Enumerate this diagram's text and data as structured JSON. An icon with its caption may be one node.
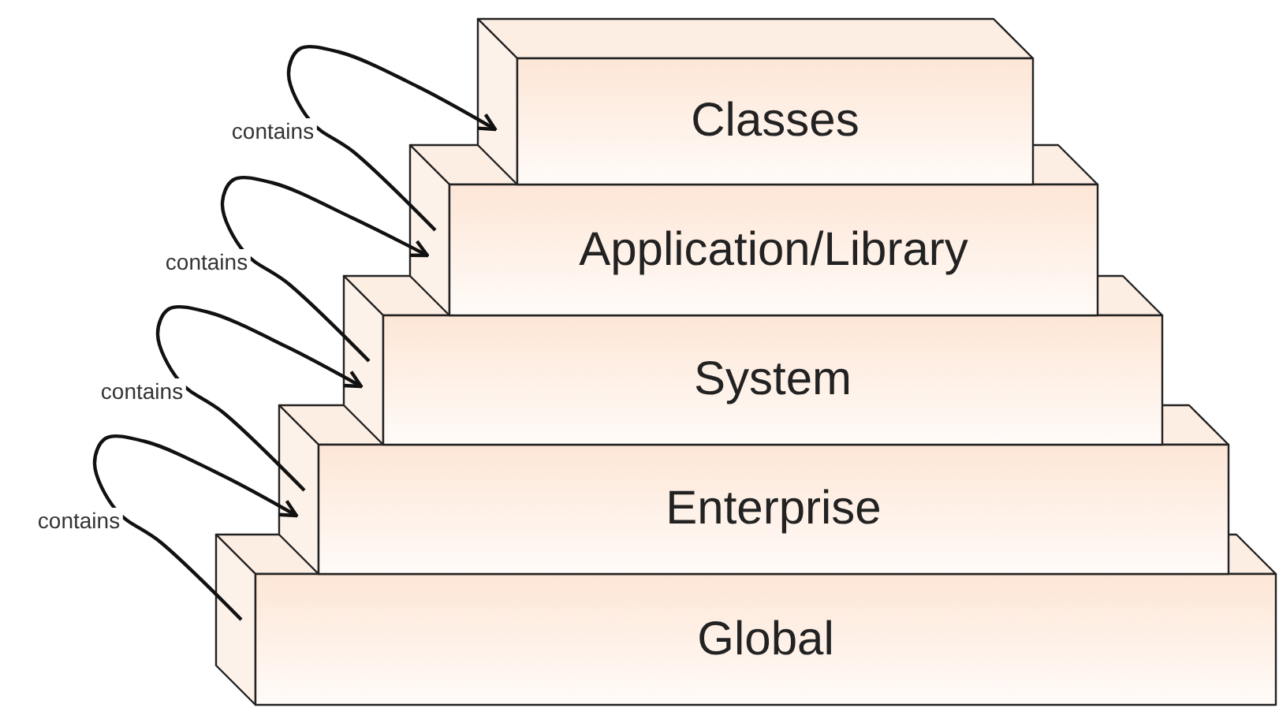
{
  "diagram": {
    "nodes": [
      {
        "text": [
          "Classes"
        ]
      },
      {
        "text": [
          "Application/Library"
        ]
      },
      {
        "text": [
          "System"
        ]
      },
      {
        "text": [
          "Enterprise"
        ]
      },
      {
        "text": [
          "Global"
        ]
      }
    ],
    "edges": [
      {
        "from": 1,
        "to": 0,
        "arrow": "to",
        "label": "contains"
      },
      {
        "from": 2,
        "to": 1,
        "arrow": "to",
        "label": "contains"
      },
      {
        "from": 3,
        "to": 2,
        "arrow": "to",
        "label": "contains"
      },
      {
        "from": 4,
        "to": 3,
        "arrow": "to",
        "label": "contains"
      }
    ]
  }
}
